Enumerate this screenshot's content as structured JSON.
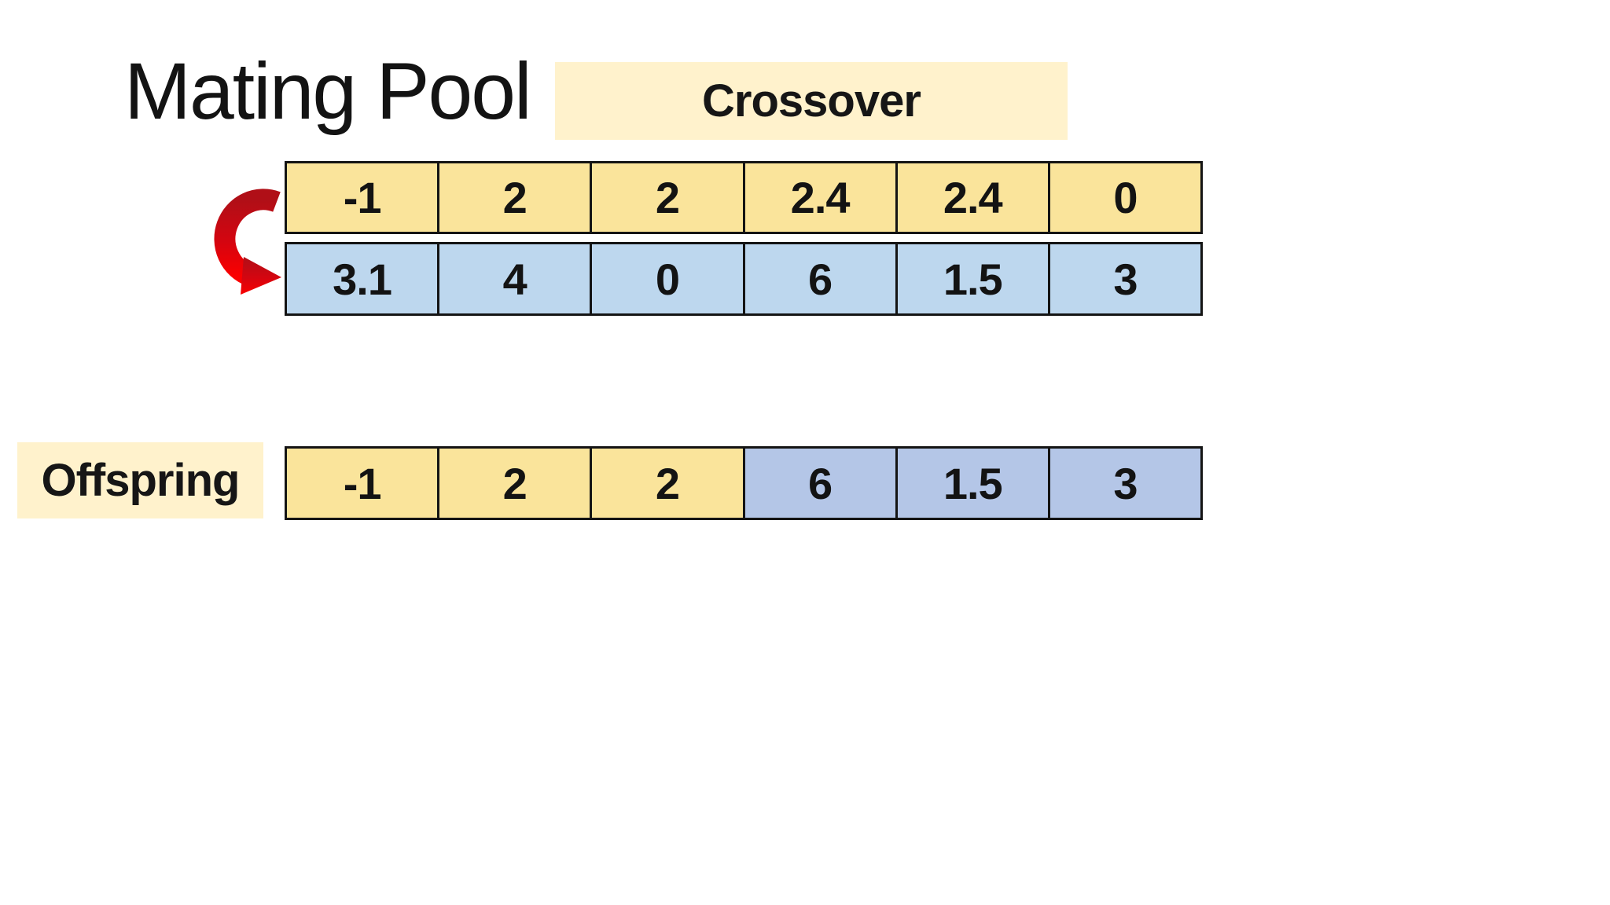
{
  "title": "Mating Pool",
  "crossover": {
    "label": "Crossover"
  },
  "offspring_label": "Offspring",
  "mating_pool": {
    "parent_a": [
      "-1",
      "2",
      "2",
      "2.4",
      "2.4",
      "0"
    ],
    "parent_b": [
      "3.1",
      "4",
      "0",
      "6",
      "1.5",
      "3"
    ]
  },
  "offspring": {
    "values": [
      "-1",
      "2",
      "2",
      "6",
      "1.5",
      "3"
    ],
    "sources": [
      "parent_a",
      "parent_a",
      "parent_a",
      "parent_b",
      "parent_b",
      "parent_b"
    ]
  },
  "icons": {
    "swap_arrow": "curved-red-swap-arrow"
  },
  "colors": {
    "parent_a_fill": "#FAE49B",
    "parent_b_fill": "#BDD7EE",
    "offspring_from_a_fill": "#FAE49B",
    "offspring_from_b_fill": "#B4C6E7",
    "label_fill": "#FFF2CC",
    "cell_border": "#141414",
    "arrow_red_dark": "#B00F17",
    "arrow_red_bright": "#FA0000",
    "background": "#FFFFFF"
  }
}
